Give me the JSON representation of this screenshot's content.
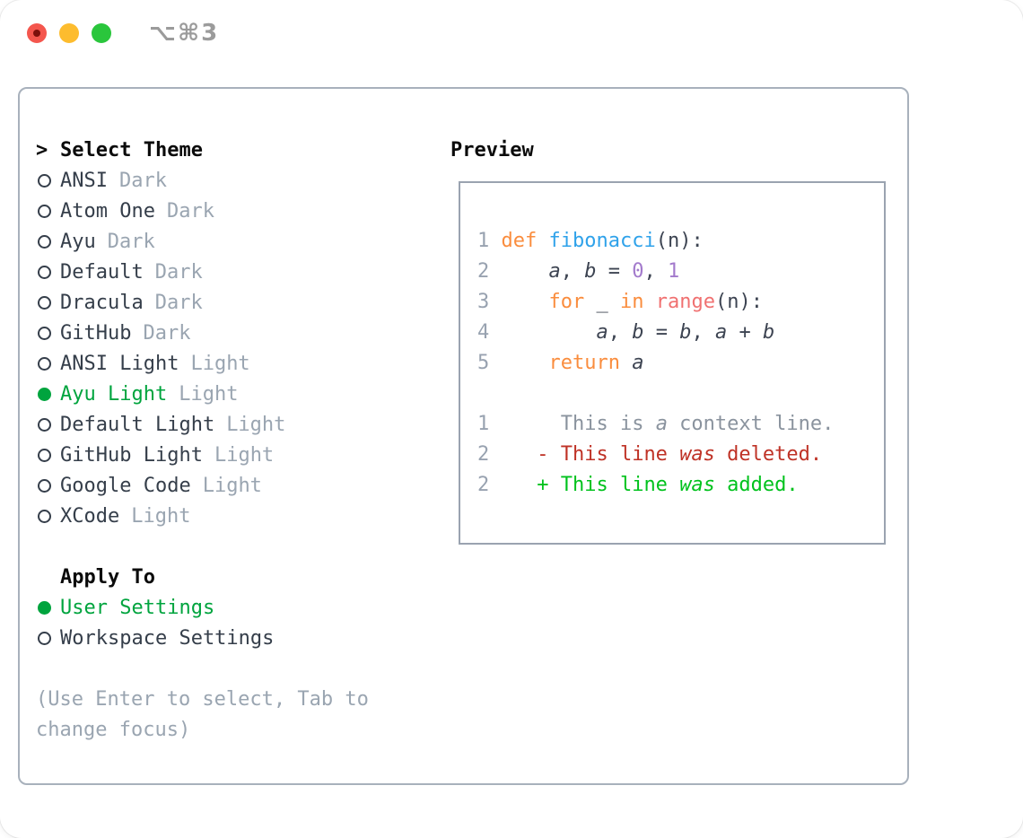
{
  "window": {
    "title": "⌥⌘3",
    "traffic_lights": [
      "close-icon",
      "minimize-icon",
      "zoom-icon"
    ]
  },
  "panel": {
    "select_theme": {
      "header_prefix": ">",
      "header": "Select Theme",
      "themes": [
        {
          "name": "ANSI",
          "variant": "Dark",
          "selected": false
        },
        {
          "name": "Atom One",
          "variant": "Dark",
          "selected": false
        },
        {
          "name": "Ayu",
          "variant": "Dark",
          "selected": false
        },
        {
          "name": "Default",
          "variant": "Dark",
          "selected": false
        },
        {
          "name": "Dracula",
          "variant": "Dark",
          "selected": false
        },
        {
          "name": "GitHub",
          "variant": "Dark",
          "selected": false
        },
        {
          "name": "ANSI Light",
          "variant": "Light",
          "selected": false
        },
        {
          "name": "Ayu Light",
          "variant": "Light",
          "selected": true
        },
        {
          "name": "Default Light",
          "variant": "Light",
          "selected": false
        },
        {
          "name": "GitHub Light",
          "variant": "Light",
          "selected": false
        },
        {
          "name": "Google Code",
          "variant": "Light",
          "selected": false
        },
        {
          "name": "XCode",
          "variant": "Light",
          "selected": false
        }
      ]
    },
    "apply_to": {
      "header": "Apply To",
      "options": [
        {
          "label": "User Settings",
          "selected": true
        },
        {
          "label": "Workspace Settings",
          "selected": false
        }
      ]
    },
    "help_lines": [
      "(Use Enter to select, Tab to",
      "change focus)"
    ],
    "preview": {
      "header": "Preview",
      "lines": [
        {
          "num": "1",
          "tokens": [
            {
              "t": "def ",
              "c": "keyword"
            },
            {
              "t": "fibonacci",
              "c": "function"
            },
            {
              "t": "(n):",
              "c": "plain"
            }
          ]
        },
        {
          "num": "2",
          "tokens": [
            {
              "t": "    ",
              "c": "plain"
            },
            {
              "t": "a",
              "c": "plain",
              "i": true
            },
            {
              "t": ", ",
              "c": "plain"
            },
            {
              "t": "b",
              "c": "plain",
              "i": true
            },
            {
              "t": " = ",
              "c": "plain"
            },
            {
              "t": "0",
              "c": "number"
            },
            {
              "t": ", ",
              "c": "plain"
            },
            {
              "t": "1",
              "c": "number"
            }
          ]
        },
        {
          "num": "3",
          "tokens": [
            {
              "t": "    ",
              "c": "plain"
            },
            {
              "t": "for",
              "c": "keyword"
            },
            {
              "t": " _ ",
              "c": "plain"
            },
            {
              "t": "in",
              "c": "keyword"
            },
            {
              "t": " ",
              "c": "plain"
            },
            {
              "t": "range",
              "c": "builtin"
            },
            {
              "t": "(n):",
              "c": "plain"
            }
          ]
        },
        {
          "num": "4",
          "tokens": [
            {
              "t": "        ",
              "c": "plain"
            },
            {
              "t": "a",
              "c": "plain",
              "i": true
            },
            {
              "t": ", ",
              "c": "plain"
            },
            {
              "t": "b",
              "c": "plain",
              "i": true
            },
            {
              "t": " = ",
              "c": "plain"
            },
            {
              "t": "b",
              "c": "plain",
              "i": true
            },
            {
              "t": ", ",
              "c": "plain"
            },
            {
              "t": "a",
              "c": "plain",
              "i": true
            },
            {
              "t": " + ",
              "c": "plain"
            },
            {
              "t": "b",
              "c": "plain",
              "i": true
            }
          ]
        },
        {
          "num": "5",
          "tokens": [
            {
              "t": "    ",
              "c": "plain"
            },
            {
              "t": "return",
              "c": "keyword"
            },
            {
              "t": " ",
              "c": "plain"
            },
            {
              "t": "a",
              "c": "plain",
              "i": true
            }
          ]
        },
        {
          "blank": true
        },
        {
          "num": "1",
          "tokens": [
            {
              "t": "     This is ",
              "c": "diff_context"
            },
            {
              "t": "a",
              "c": "diff_context",
              "i": true
            },
            {
              "t": " context line.",
              "c": "diff_context"
            }
          ]
        },
        {
          "num": "2",
          "tokens": [
            {
              "t": "   - This line ",
              "c": "diff_deleted"
            },
            {
              "t": "was",
              "c": "diff_deleted",
              "i": true
            },
            {
              "t": " deleted.",
              "c": "diff_deleted"
            }
          ]
        },
        {
          "num": "2",
          "tokens": [
            {
              "t": "   + This line ",
              "c": "diff_added"
            },
            {
              "t": "was",
              "c": "diff_added",
              "i": true
            },
            {
              "t": " added.",
              "c": "diff_added"
            }
          ]
        }
      ]
    }
  },
  "colors": {
    "keyword": "#fa8d3e",
    "function": "#2fa2ea",
    "builtin": "#f07171",
    "number": "#a37acc",
    "plain": "#3d4452",
    "line_number": "#98a2b0",
    "diff_context": "#8a939e",
    "diff_deleted": "#bf3226",
    "diff_added": "#00c21d",
    "selected_green": "#00a43e",
    "text": "#353e4a",
    "muted": "#9aa5b1",
    "header": "#0b0b0b",
    "panel_border": "#a8b1bc",
    "preview_border": "#9aa3b0",
    "traffic_close": "#f4564d",
    "traffic_close_dot": "#7d100b",
    "traffic_minimize": "#fdbc2e",
    "traffic_zoom": "#2ac63c",
    "title_gray": "#9b9b9b"
  }
}
